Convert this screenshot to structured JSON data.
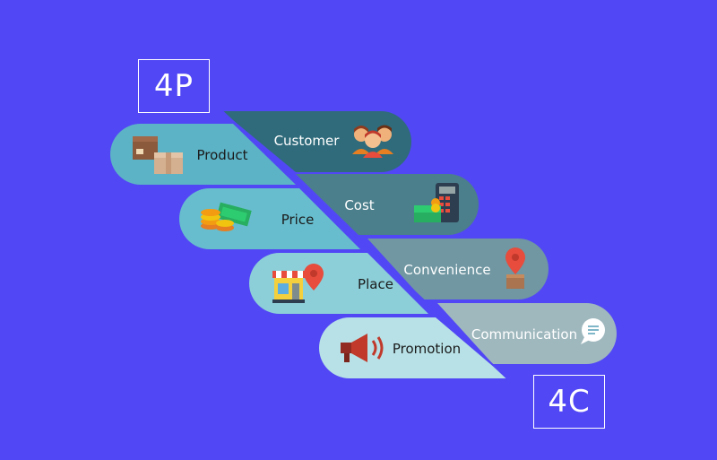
{
  "labels": {
    "four_p": "4P",
    "four_c": "4C"
  },
  "p_items": [
    {
      "label": "Product",
      "icon": "boxes-icon",
      "color": "#5cb3c6"
    },
    {
      "label": "Price",
      "icon": "money-icon",
      "color": "#67bdcd"
    },
    {
      "label": "Place",
      "icon": "shop-location-icon",
      "color": "#8ccfd8"
    },
    {
      "label": "Promotion",
      "icon": "megaphone-icon",
      "color": "#b7e1e6"
    }
  ],
  "c_items": [
    {
      "label": "Customer",
      "icon": "people-icon",
      "color": "#2f6b7b"
    },
    {
      "label": "Cost",
      "icon": "calculator-money-icon",
      "color": "#4b7f8b"
    },
    {
      "label": "Convenience",
      "icon": "location-box-icon",
      "color": "#7097a2"
    },
    {
      "label": "Communication",
      "icon": "chat-bubble-icon",
      "color": "#9fb8be"
    }
  ]
}
